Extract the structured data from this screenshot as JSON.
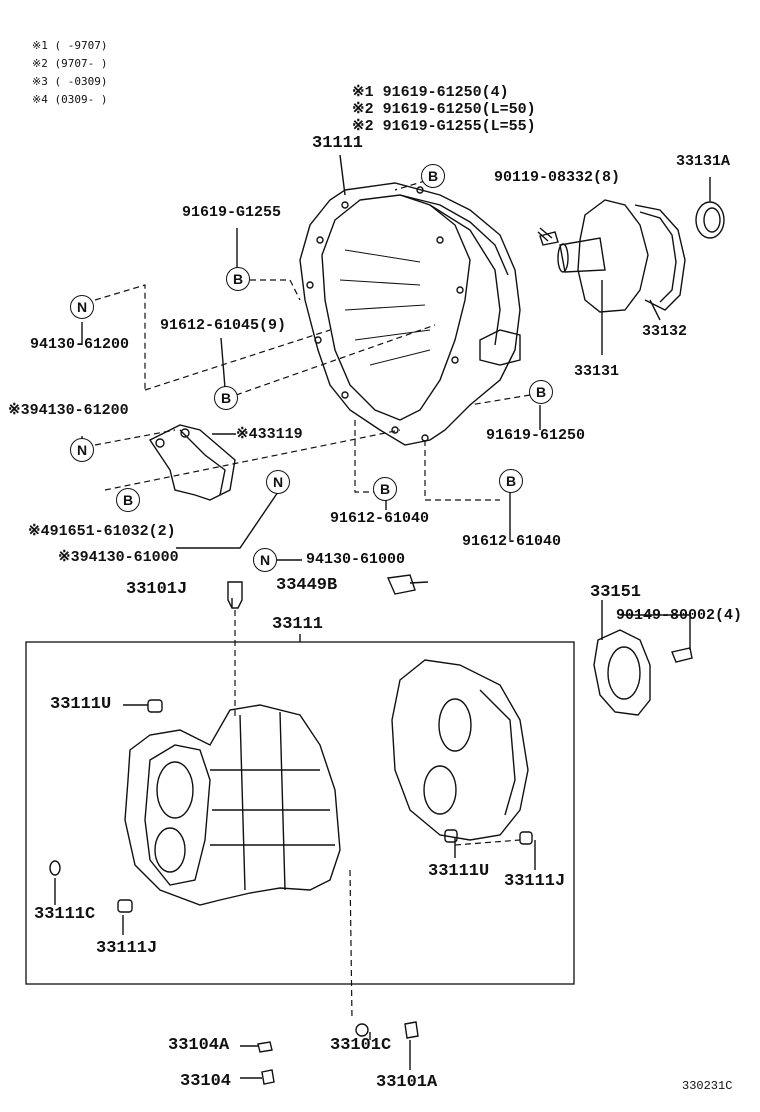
{
  "notes": [
    "※1 (      -9707)",
    "※2 (9707-      )",
    "※3 (      -0309)",
    "※4 (0309-      )"
  ],
  "parts": {
    "top_bolt_1": "※1 91619-61250(4)",
    "top_bolt_2": "※2 91619-61250(L=50)",
    "top_bolt_3": "※2 91619-G1255(L=55)",
    "p31111": "31111",
    "p90119": "90119-08332(8)",
    "p33131A": "33131A",
    "p91619g": "91619-G1255",
    "p94130a": "94130-61200",
    "p91612_9": "91612-61045(9)",
    "p33132": "33132",
    "p33131": "33131",
    "p94130b": "※394130-61200",
    "p33119": "※433119",
    "p91619_61250": "91619-61250",
    "p91651": "※491651-61032(2)",
    "p91612a": "91612-61040",
    "p91612b": "91612-61040",
    "p94130c": "※394130-61000",
    "p94130d": "94130-61000",
    "p33101J": "33101J",
    "p33449B": "33449B",
    "p33151": "33151",
    "p90149": "90149-80002(4)",
    "p33111": "33111",
    "p33111U_a": "33111U",
    "p33111U_b": "33111U",
    "p33111J_b": "33111J",
    "p33111C": "33111C",
    "p33111J_a": "33111J",
    "p33104A": "33104A",
    "p33101C": "33101C",
    "p33104": "33104",
    "p33101A": "33101A"
  },
  "callouts": {
    "B": "B",
    "N": "N"
  },
  "figure_code": "330231C"
}
